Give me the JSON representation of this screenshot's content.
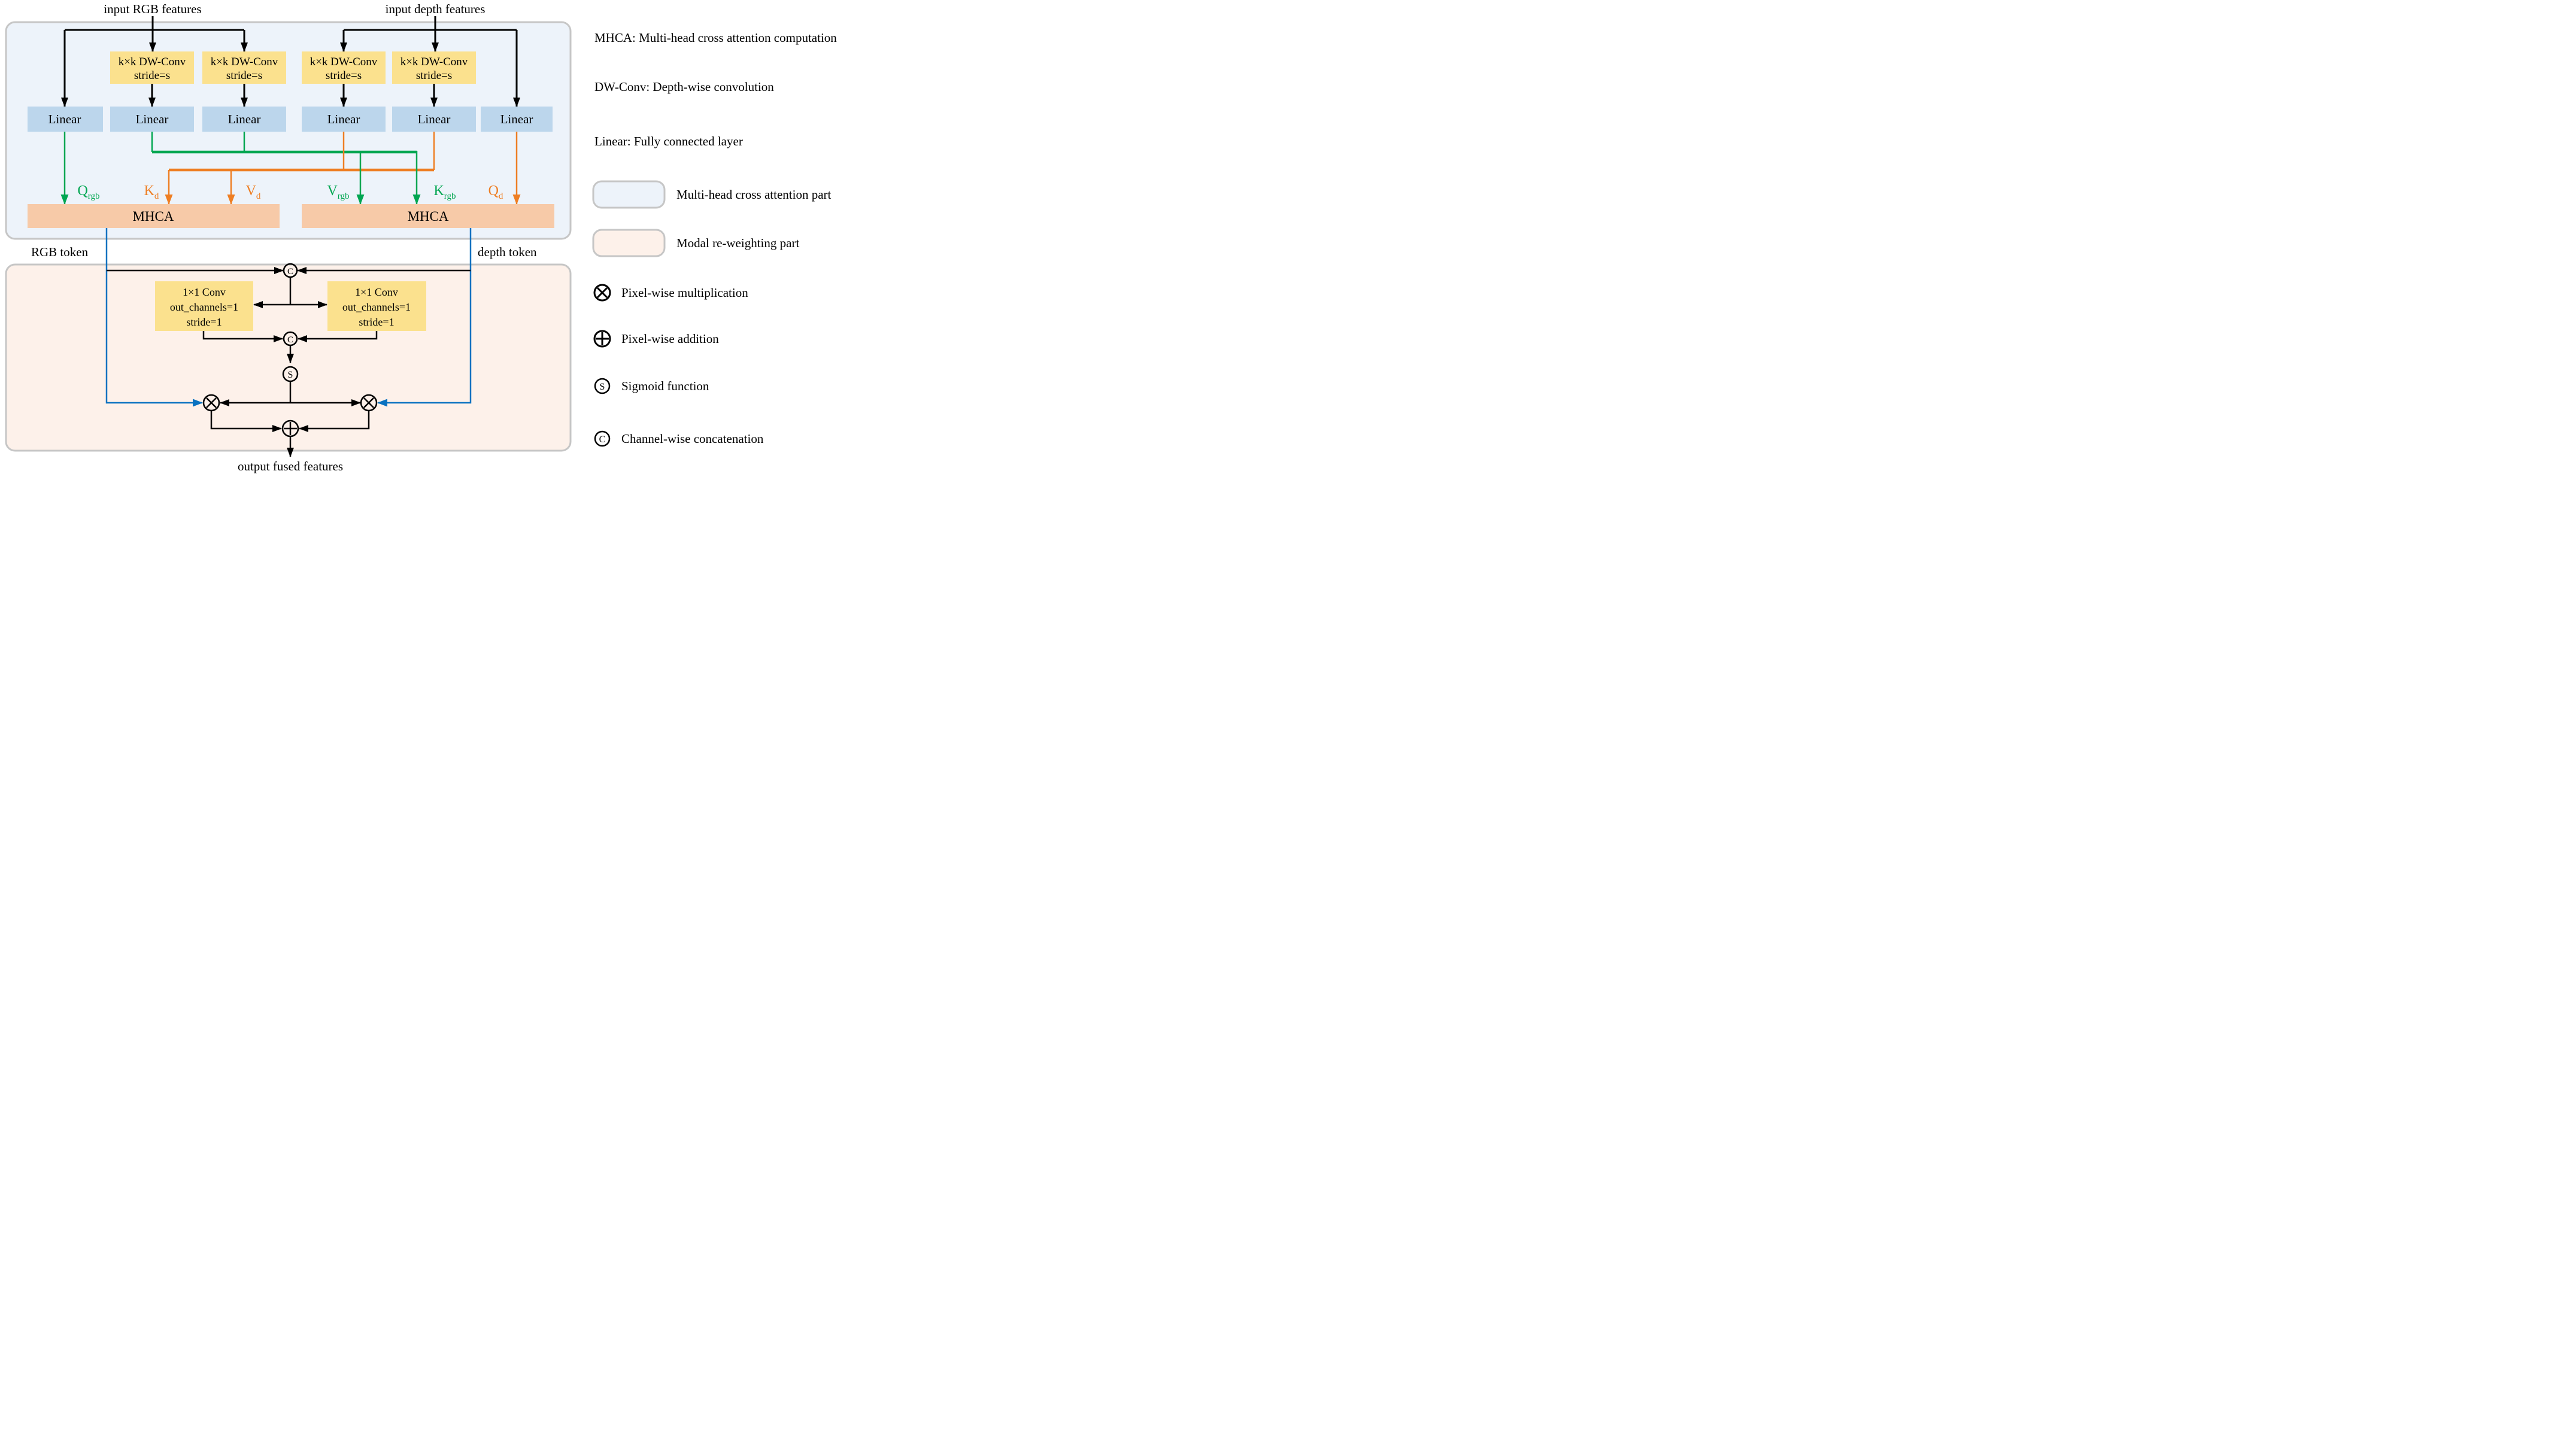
{
  "colors": {
    "black": "#000000",
    "green": "#00a651",
    "orange": "#ee7e23",
    "blue": "#0a72c0",
    "panel_blue": "#edf3fa",
    "panel_peach": "#fdf1ea",
    "panel_border": "#c6c6c6",
    "box_yellow": "#fbe18e",
    "box_blue": "#bcd6ec",
    "box_peach": "#f7caa8"
  },
  "diagram": {
    "inputs": {
      "rgb": "input RGB features",
      "depth": "input depth features"
    },
    "dwconv": {
      "line1": "k×k DW-Conv",
      "line2": "stride=s"
    },
    "linear": "Linear",
    "mhca": "MHCA",
    "ports": {
      "q_rgb": {
        "main": "Q",
        "sub": "rgb"
      },
      "k_d": {
        "main": "K",
        "sub": "d"
      },
      "v_d": {
        "main": "V",
        "sub": "d"
      },
      "v_rgb": {
        "main": "V",
        "sub": "rgb"
      },
      "k_rgb": {
        "main": "K",
        "sub": "rgb"
      },
      "q_d": {
        "main": "Q",
        "sub": "d"
      }
    },
    "tokens": {
      "rgb": "RGB token",
      "depth": "depth token"
    },
    "conv1x1": {
      "line1": "1×1 Conv",
      "line2": "out_channels=1",
      "line3": "stride=1"
    },
    "ops": {
      "concat": "C",
      "sigmoid": "S"
    },
    "output": "output fused features"
  },
  "legend": {
    "definitions": [
      {
        "text": "MHCA: Multi-head cross attention computation"
      },
      {
        "text": "DW-Conv: Depth-wise convolution"
      },
      {
        "text": "Linear: Fully connected layer"
      }
    ],
    "items": [
      {
        "label": "Multi-head cross attention part"
      },
      {
        "label": "Modal re-weighting part"
      },
      {
        "label": "Pixel-wise multiplication"
      },
      {
        "label": "Pixel-wise addition"
      },
      {
        "label": "Sigmoid function"
      },
      {
        "label": "Channel-wise concatenation"
      }
    ]
  }
}
